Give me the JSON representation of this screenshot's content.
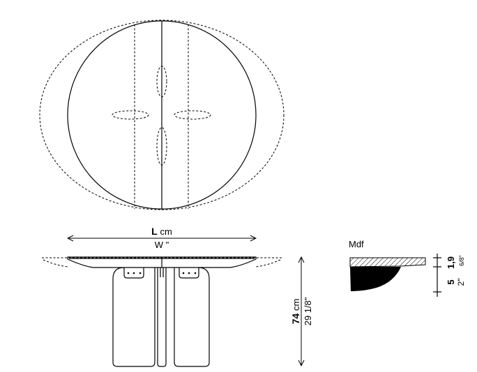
{
  "top_view": {},
  "side_view": {
    "length_label": "L",
    "length_unit": "cm",
    "width_label": "W",
    "width_unit": "\"",
    "height_value": "74",
    "height_unit": "cm",
    "height_inches": "29 1/8\""
  },
  "section": {
    "material": "Mdf",
    "top_thickness_cm": "1,9",
    "top_thickness_in": "6/8\"",
    "edge_depth_cm": "5",
    "edge_depth_in": "2\""
  }
}
